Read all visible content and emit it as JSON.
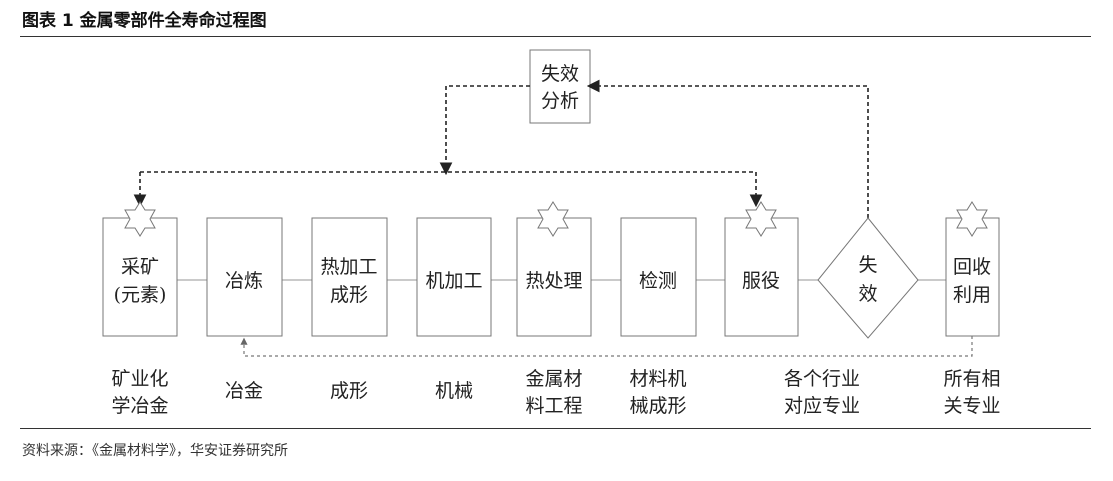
{
  "header": {
    "title": "图表 1 金属零部件全寿命过程图"
  },
  "diagram": {
    "failure_analysis": [
      "失效",
      "分析"
    ],
    "nodes": [
      {
        "id": "mining",
        "lines": [
          "采矿",
          "(元素)"
        ],
        "star": true
      },
      {
        "id": "smelting",
        "lines": [
          "冶炼"
        ],
        "star": false
      },
      {
        "id": "hot-forming",
        "lines": [
          "热加工",
          "成形"
        ],
        "star": false
      },
      {
        "id": "machining",
        "lines": [
          "机加工"
        ],
        "star": false
      },
      {
        "id": "heat-treatment",
        "lines": [
          "热处理"
        ],
        "star": true
      },
      {
        "id": "inspection",
        "lines": [
          "检测"
        ],
        "star": false
      },
      {
        "id": "service",
        "lines": [
          "服役"
        ],
        "star": true
      },
      {
        "id": "failure",
        "lines": [
          "失",
          "效"
        ],
        "shape": "diamond"
      },
      {
        "id": "recycle",
        "lines": [
          "回收",
          "利用"
        ],
        "star": true
      }
    ],
    "captions": [
      {
        "for": "mining",
        "lines": [
          "矿业化",
          "学冶金"
        ]
      },
      {
        "for": "smelting",
        "lines": [
          "冶金"
        ]
      },
      {
        "for": "hot-forming",
        "lines": [
          "成形"
        ]
      },
      {
        "for": "machining",
        "lines": [
          "机械"
        ]
      },
      {
        "for": "heat-treatment",
        "lines": [
          "金属材",
          "料工程"
        ]
      },
      {
        "for": "inspection",
        "lines": [
          "材料机",
          "械成形"
        ]
      },
      {
        "for": "service",
        "lines": [
          "各个行业",
          "对应专业"
        ]
      },
      {
        "for": "recycle",
        "lines": [
          "所有相",
          "关专业"
        ]
      }
    ]
  },
  "footer": {
    "source": "资料来源：《金属材料学》，华安证券研究所"
  }
}
